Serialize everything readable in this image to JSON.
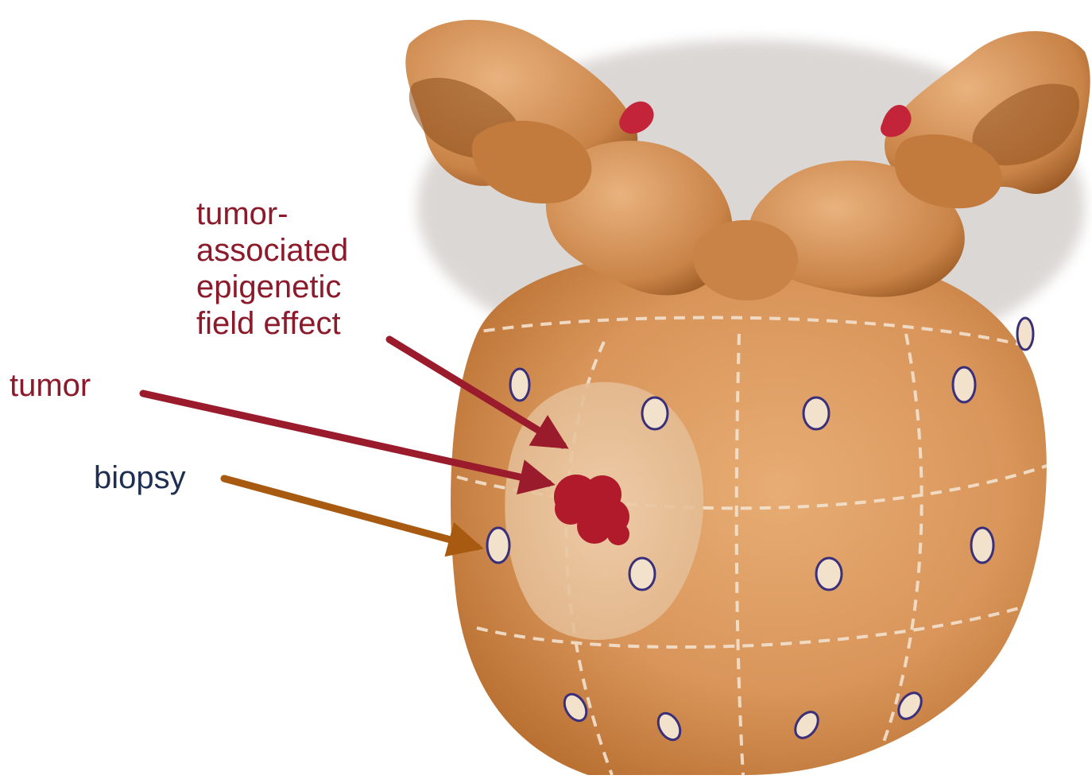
{
  "labels": {
    "field_effect": [
      "tumor-",
      "associated",
      "epigenetic",
      "field effect"
    ],
    "tumor": "tumor",
    "biopsy": "biopsy"
  },
  "colors": {
    "label_red": "#8b1a2b",
    "label_blue": "#1f2f52",
    "arrow_red": "#9a1b2c",
    "arrow_brown": "#a85a10",
    "organ": "#d9955a",
    "organ_dark": "#b86a2a",
    "field_patch": "#e8c4a0",
    "tumor": "#b01a2a",
    "biopsy_fill": "#f2e2cc",
    "biopsy_outline": "#3a2f7a"
  },
  "icons": [
    "prostate-organ",
    "seminal-vesicles",
    "tumor-blob",
    "biopsy-core-circle",
    "arrow"
  ]
}
